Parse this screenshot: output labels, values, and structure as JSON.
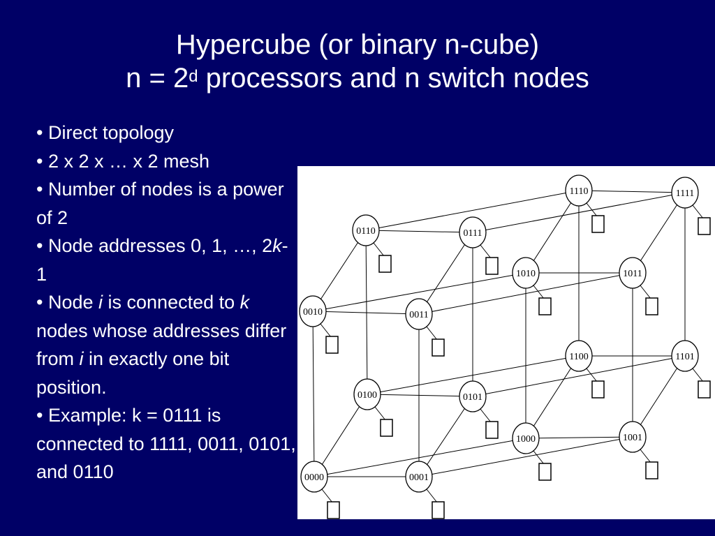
{
  "title": {
    "line1": "Hypercube (or binary n-cube)",
    "line2_prefix": "n = 2",
    "line2_sup": "d",
    "line2_suffix": " processors and n switch nodes"
  },
  "bullets": {
    "b1": "• Direct topology",
    "b2": "• 2 x 2 x … x 2 mesh",
    "b3": "• Number of nodes is a power of 2",
    "b4_a": "• Node addresses 0, 1, …, 2",
    "b4_var": "k",
    "b4_b": "-1",
    "b5_a": "• Node ",
    "b5_var1": "i",
    "b5_b": " is connected to ",
    "b5_var2": "k",
    "b5_c": " nodes whose addresses differ from ",
    "b5_var3": "i",
    "b5_d": " in exactly one bit position.",
    "b6": "• Example: k = 0111 is connected to 1111, 0011, 0101, and 0110"
  },
  "diagram": {
    "nodes": [
      "0000",
      "0001",
      "0010",
      "0011",
      "0100",
      "0101",
      "0110",
      "0111",
      "1000",
      "1001",
      "1010",
      "1011",
      "1100",
      "1101",
      "1110",
      "1111"
    ]
  }
}
